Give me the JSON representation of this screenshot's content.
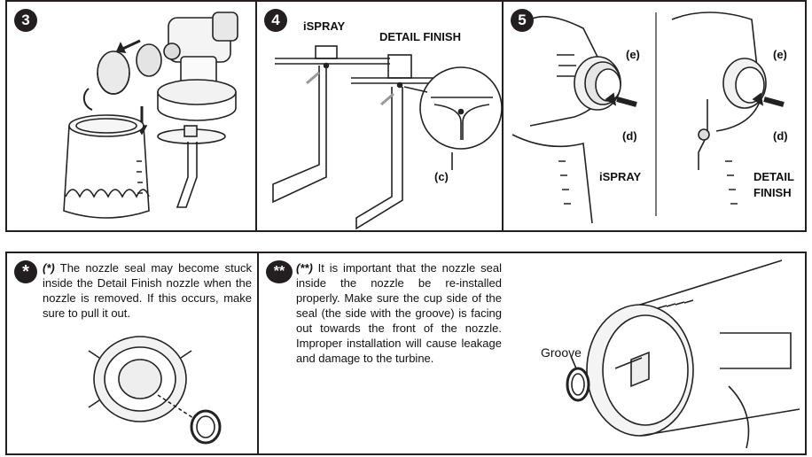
{
  "step3": {
    "badge": "3"
  },
  "step4": {
    "badge": "4",
    "label_ispray": "iSPRAY",
    "label_detail": "DETAIL FINISH",
    "label_c": "(c)"
  },
  "step5": {
    "badge": "5",
    "label_e1": "(e)",
    "label_d1": "(d)",
    "label_ispray": "iSPRAY",
    "label_e2": "(e)",
    "label_d2": "(d)",
    "label_detail1": "DETAIL",
    "label_detail2": "FINISH"
  },
  "note1": {
    "badge": "*",
    "marker": "(*)",
    "text": "The nozzle seal may become stuck inside the Detail Finish nozzle when the nozzle is removed. If this occurs, make sure to pull it out."
  },
  "note2": {
    "badge": "**",
    "marker": "(**)",
    "text": "It is important that the nozzle seal inside the nozzle be re-installed properly. Make sure the cup side of the seal (the side with the groove) is facing out towards the front of the nozzle. Improper installation will cause leakage and damage to the turbine.",
    "groove_label": "Groove"
  }
}
